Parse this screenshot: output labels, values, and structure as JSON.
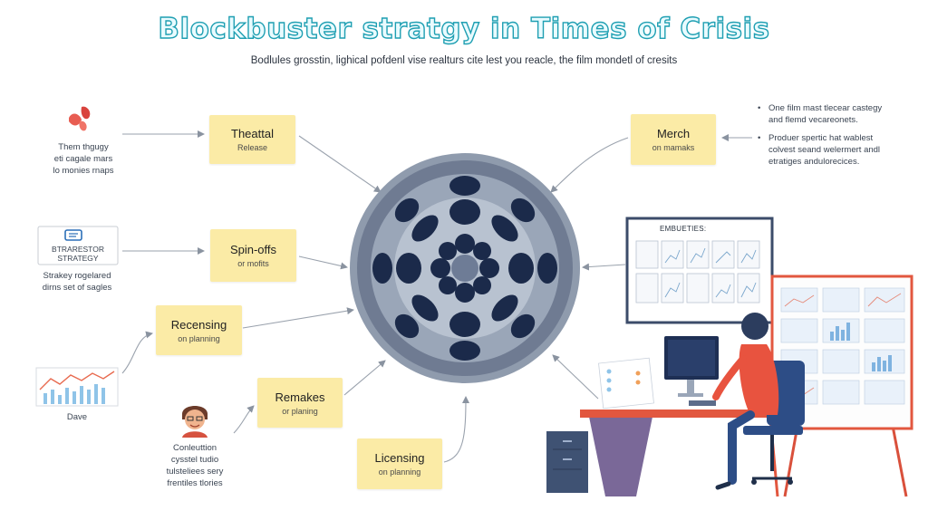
{
  "header": {
    "title": "Blockbuster stratgy in Times of Crisis",
    "subtitle": "Bodlules grosstin, lighical pofdenl vise realturs cite lest you reacle, the film mondetl of cresits"
  },
  "left_notes": {
    "top": [
      "Them thgugy",
      "eti cagale mars",
      "lo monies rnaps"
    ],
    "strategy_card": [
      "BTRARESTOR",
      "STRATEGY"
    ],
    "strategy_note": [
      "Strakey rogelared",
      "dirns set of sagles"
    ],
    "chart_caption": "Dave",
    "person_note": [
      "Conleuttion",
      "cysstel tudio",
      "tulsteliees sery",
      "frentiles tlories"
    ]
  },
  "boxes": {
    "theatrical": {
      "title": "Theattal",
      "sub": "Release"
    },
    "spinoffs": {
      "title": "Spin-offs",
      "sub": "or mofits"
    },
    "recensing": {
      "title": "Recensing",
      "sub": "on planning"
    },
    "remakes": {
      "title": "Remakes",
      "sub": "or planing"
    },
    "licensing": {
      "title": "Licensing",
      "sub": "on planning"
    },
    "merch": {
      "title": "Merch",
      "sub": "on mamaks"
    }
  },
  "right_notes": {
    "bullet1": [
      "One film mast tlecear castegy",
      "and flemd vecareonets."
    ],
    "bullet2": [
      "Produer spertic hat wablest",
      "colvest seand welermert andl",
      "etratiges andulorecices."
    ]
  },
  "illustration": {
    "monitor_heading": "EMBUETIES:"
  },
  "colors": {
    "title_stroke": "#1f9fb2",
    "box_fill": "#fbeba6",
    "reel_outer": "#8f9bad",
    "reel_dark": "#1b2a4a",
    "desk_red": "#e2573f"
  }
}
